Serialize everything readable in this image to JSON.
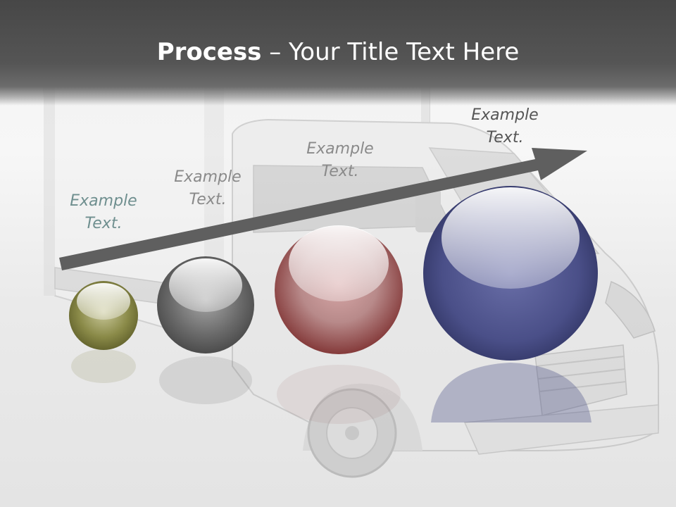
{
  "slide": {
    "title_bold": "Process",
    "title_rest": " – Your Title Text Here"
  },
  "labels": [
    {
      "line1": "Example",
      "line2": "Text."
    },
    {
      "line1": "Example",
      "line2": "Text."
    },
    {
      "line1": "Example",
      "line2": "Text."
    },
    {
      "line1": "Example",
      "line2": "Text."
    }
  ],
  "colors": {
    "title_bar": "#4a4a4a",
    "arrow": "#5f5f5f",
    "sphere_1": "#7a7a3a",
    "sphere_2": "#5e5e5e",
    "sphere_3": "#8a3a3a",
    "sphere_4": "#3a3f72"
  }
}
